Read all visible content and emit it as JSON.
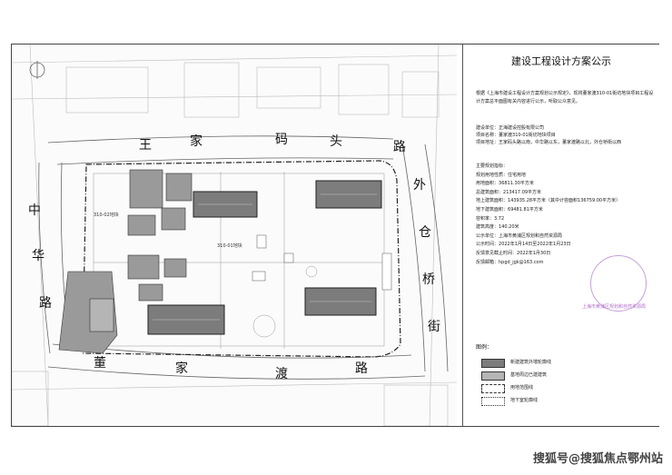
{
  "panel": {
    "title": "建设工程设计方案公示",
    "intro": "根据《上海市建设工程设计方案规划公示规定》，现将董家渡310-01街坊地块项目工程设计方案总平面图有关内容进行公示，听取公众意见。",
    "info": [
      {
        "label": "建设单位：",
        "value": "正海建设控股有限公司"
      },
      {
        "label": "项目名称：",
        "value": "董家渡310-01街坊地块项目"
      },
      {
        "label": "项目地址：",
        "value": "王家码头路以南，中华路以东，董家渡路以北，外仓桥街以西"
      }
    ],
    "indicators_heading": "主要规划指标：",
    "indicators": [
      {
        "label": "规划用地性质：",
        "value": "住宅用地"
      },
      {
        "label": "用地面积：",
        "value": "36811.30平方米"
      },
      {
        "label": "总建筑面积：",
        "value": "213417.09平方米"
      },
      {
        "label": "地上建筑面积：",
        "value": "143935.28平方米（其中计容面积136759.00平方米）"
      },
      {
        "label": "地下建筑面积：",
        "value": "69481.81平方米"
      },
      {
        "label": "容积率：",
        "value": "3.72"
      },
      {
        "label": "建筑高度：",
        "value": "140.20米"
      },
      {
        "label": "公示单位：",
        "value": "上海市黄浦区规划和自然资源局"
      },
      {
        "label": "公示时间：",
        "value": "2022年1月14日至2022年1月23日"
      },
      {
        "label": "反馈意见截止时间：",
        "value": "2022年1月30日"
      },
      {
        "label": "反馈邮箱：",
        "value": "hpgd_jgk@163.com"
      }
    ],
    "seal_text": "上海市黄浦区规划和自然资源局",
    "legend_title": "图例：",
    "legend": [
      {
        "label": "新建建筑外墙轮廓线"
      },
      {
        "label": "基地周边已建建筑"
      },
      {
        "label": "用地范围线"
      },
      {
        "label": "地下室轮廓线"
      }
    ]
  },
  "map": {
    "roads": {
      "north": [
        "王",
        "家",
        "码",
        "头",
        "路"
      ],
      "west": [
        "中",
        "华",
        "路"
      ],
      "south": [
        "董",
        "家",
        "渡",
        "路"
      ],
      "east": [
        "外",
        "仓",
        "桥",
        "街"
      ]
    },
    "labels": {
      "plot": "310-01地块",
      "side": "310-02地块"
    }
  },
  "watermark": "搜狐号@搜狐焦点鄂州站",
  "colors": {
    "accent_seal": "#b070c8",
    "building_fill": "#8a8a8a",
    "boundary": "#222222"
  }
}
